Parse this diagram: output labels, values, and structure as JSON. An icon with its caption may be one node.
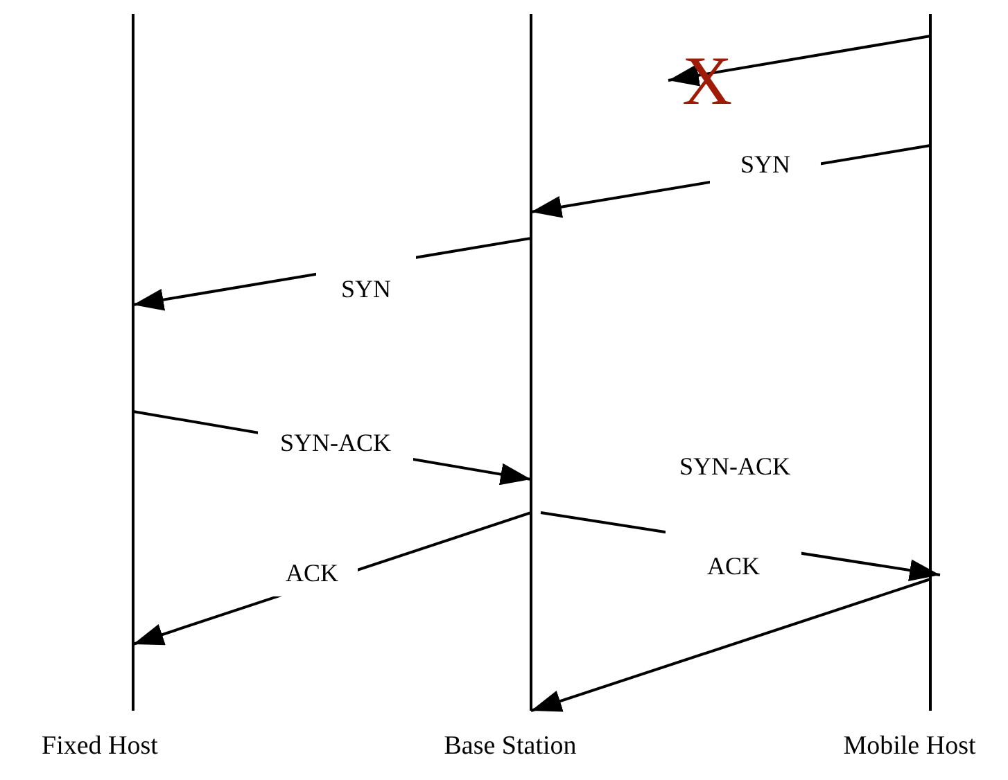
{
  "diagram": {
    "nodes": [
      {
        "text": [
          "Fixed Host"
        ]
      },
      {
        "text": [
          "Base Station"
        ]
      },
      {
        "text": [
          "Mobile Host"
        ]
      },
      {
        "text": [
          "X"
        ]
      }
    ],
    "edges": [
      {
        "from": 2,
        "to": 3,
        "arrow": "to"
      },
      {
        "from": 2,
        "to": 1,
        "label": "SYN",
        "arrow": "to"
      },
      {
        "from": 1,
        "to": 0,
        "label": "SYN",
        "arrow": "to"
      },
      {
        "from": 0,
        "to": 1,
        "label": "SYN-ACK",
        "arrow": "to"
      },
      {
        "from": 1,
        "to": 0,
        "label": "ACK",
        "arrow": "to"
      },
      {
        "from": 1,
        "to": 2,
        "label": "ACK",
        "arrow": "to"
      },
      {
        "from": 2,
        "to": 1,
        "arrow": "to"
      }
    ],
    "labels": [
      "SYN-ACK"
    ]
  }
}
